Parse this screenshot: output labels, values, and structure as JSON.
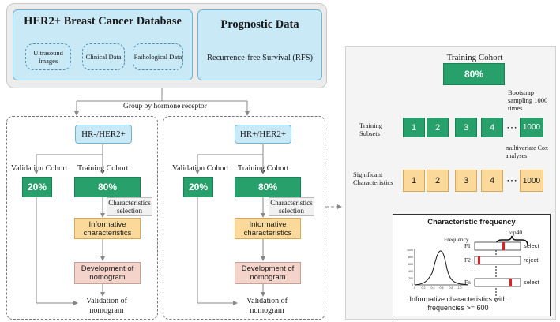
{
  "top": {
    "database_title": "HER2+ Breast Cancer Database",
    "sub_ultrasound": "Ultrasound Images",
    "sub_clinical": "Clinical Data",
    "sub_pathological": "Pathological Data",
    "prognostic_title": "Prognostic Data",
    "prognostic_desc": "Recurrence-free Survival (RFS)"
  },
  "group_label": "Group by hormone receptor",
  "left_group": {
    "header": "HR-/HER2+",
    "validation_cohort": "Validation Cohort",
    "training_cohort": "Training Cohort",
    "validation_pct": "20%",
    "training_pct": "80%",
    "selection": "Characteristics selection",
    "informative": "Informative characteristics",
    "development": "Development of nomogram",
    "validation_nomogram": "Validation of nomogram"
  },
  "right_group": {
    "header": "HR+/HER2+",
    "validation_cohort": "Validation Cohort",
    "training_cohort": "Training Cohort",
    "validation_pct": "20%",
    "training_pct": "80%",
    "selection": "Characteristics selection",
    "informative": "Informative characteristics",
    "development": "Development of nomogram",
    "validation_nomogram": "Validation of nomogram"
  },
  "selection_panel": {
    "training_cohort": "Training Cohort",
    "training_pct": "80%",
    "bootstrap": "Bootstrap sampling 1000 times",
    "training_subsets": "Training Subsets",
    "subsets": [
      "1",
      "2",
      "3",
      "4",
      "1000"
    ],
    "ellipsis": "⋯",
    "multivariate": "multivariate Cox analyses",
    "significant": "Significant Characteristics",
    "significant_items": [
      "1",
      "2",
      "3",
      "4",
      "1000"
    ],
    "freq_title": "Characteristic frequency",
    "top40": "top40",
    "frequency_label": "Frequency",
    "rows": [
      {
        "name": "F1",
        "result": "select"
      },
      {
        "name": "F2",
        "result": "reject"
      },
      {
        "name": "Fn",
        "result": "select"
      }
    ],
    "rows_dots": "⋯ ⋯",
    "hist_yticks": [
      "1000",
      "800",
      "600",
      "400",
      "200",
      "0"
    ],
    "hist_xticks": [
      "0",
      "0.2",
      "0.4",
      "0.6",
      "0.8",
      "1.0"
    ],
    "informative_note": "Informative characteristics with frequencies >= 600"
  },
  "colors": {
    "green": "#27a06b",
    "blue_box": "#c9e9f7",
    "orange": "#fbd99a",
    "pink": "#f3d3ca",
    "marker_red": "#e02020"
  }
}
